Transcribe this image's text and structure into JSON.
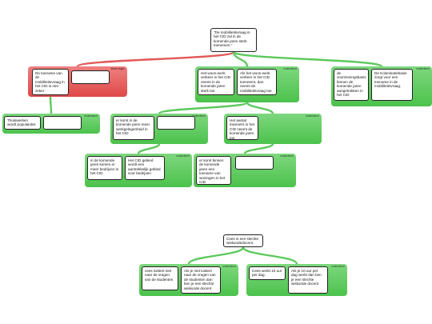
{
  "colors": {
    "green": "#4cc24c",
    "red": "#e04848",
    "link_green": "#5cc95c",
    "link_red": "#e25a5a",
    "border": "#222222"
  },
  "nodes": {
    "root_top": "\"De mobiliteitsvraag in het CID zal in de komende jaren sterk toenemen.\"",
    "a1": "De toename van de mobiliteitsvraag in het CID is niet zeker",
    "a1_blank": "",
    "a2": "Thuiswerken wordt populairder.",
    "a2_blank": "",
    "b1": "Het woon-werk verkeer in het CID neemt in de komende jaren sterk toe",
    "b2": "Als het woon-werk verkeer in het CID toeneemt, dan neemt de mobiliteitsvraag toe",
    "b3": "er komt in de komende jaren meer werkgelegenheid in het CID",
    "b3_blank": "",
    "b4": "Het aantal inwoners in het CID neemt de komende jaren toe",
    "c1": "in de komende jaren komen er meer bedrijven in het CID",
    "c2": "Het CID gebied wordt een aantrekkelijk gebied voor bedrijven",
    "c3": "er komt binnen de komende jaren een toename van woningen in het CID",
    "c3_blank": "",
    "d1": "de voorzieningsbasis binnen de komende jaren aangetrokken in het CID",
    "d2": "De Kolonisatiebasis zorgt voor een toename in de mobiliteitsvraag.",
    "root_bottom": "Cees is een slechte wiskundedocent.",
    "e1": "cees luistert niet naar de vragen van de studenten",
    "e2": "Als je niet luistert naar de vragen van de studenten dan ben je een slechte wiskunde docent",
    "e3": "Cees werkt 10 uur per dag.",
    "e4": "Als je 10 uur per dag werkt dan ben je een slechte wiskunde docent"
  },
  "bands": {
    "a1": "slecht tegen",
    "a2": "ondersteunt",
    "b1": "ondersteunt",
    "b3": "ondersteunt",
    "b4": "ondersteunt",
    "c1": "ondersteunt",
    "c3": "ondersteunt",
    "d1": "ondersteunt",
    "e1": "ondersteunt",
    "e3": "ondersteunt"
  }
}
